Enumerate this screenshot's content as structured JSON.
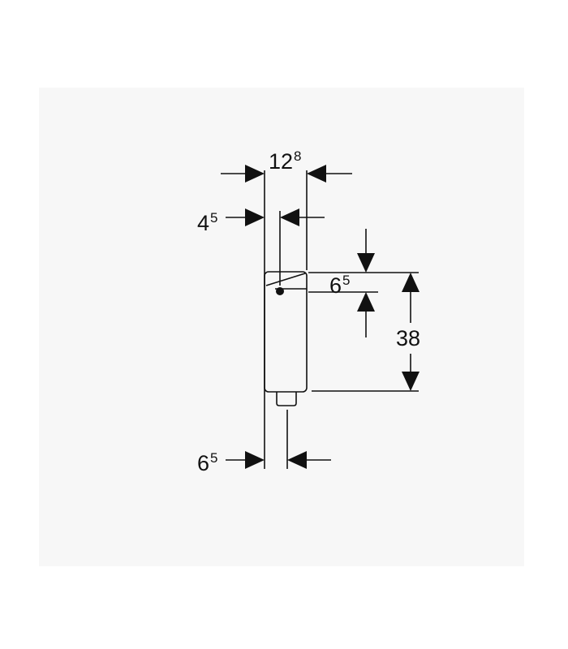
{
  "dimensions": {
    "width_top": {
      "main": "12",
      "sup": "8"
    },
    "offset_left": {
      "main": "4",
      "sup": "5"
    },
    "top_drop": {
      "main": "6",
      "sup": "5"
    },
    "height": {
      "main": "38",
      "sup": ""
    },
    "bottom_offset": {
      "main": "6",
      "sup": "5"
    }
  },
  "colors": {
    "line": "#111111",
    "panel": "#f7f7f7",
    "background": "#ffffff"
  }
}
